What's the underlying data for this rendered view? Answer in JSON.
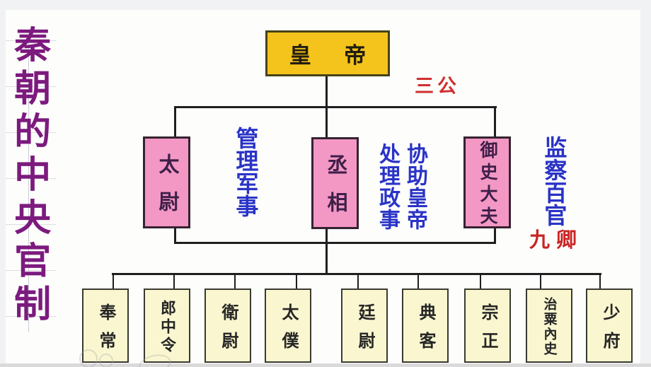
{
  "page_title": "秦朝的中央官制",
  "diagram": {
    "emperor_label": "皇 帝",
    "group_labels": {
      "three_lords": "三公",
      "nine_ministers": "九卿"
    },
    "three_lords": [
      {
        "name": "太尉",
        "duty": "管理军事"
      },
      {
        "name": "丞相",
        "duty": "协助皇帝\n处理政事"
      },
      {
        "name": "御史大夫",
        "duty": "监察百官"
      }
    ],
    "nine_ministers": [
      "奉常",
      "郎中令",
      "衛尉",
      "太僕",
      "廷尉",
      "典客",
      "宗正",
      "治粟內史",
      "少府"
    ],
    "colors": {
      "emperor_box": "#f5c41c",
      "lord_box": "#f397c4",
      "minister_box": "#faf7d0",
      "duty_text": "#2a33c6",
      "group_label_text": "#cf3030",
      "title_text": "#7c1a7e",
      "connector": "#1f1f1f"
    }
  }
}
